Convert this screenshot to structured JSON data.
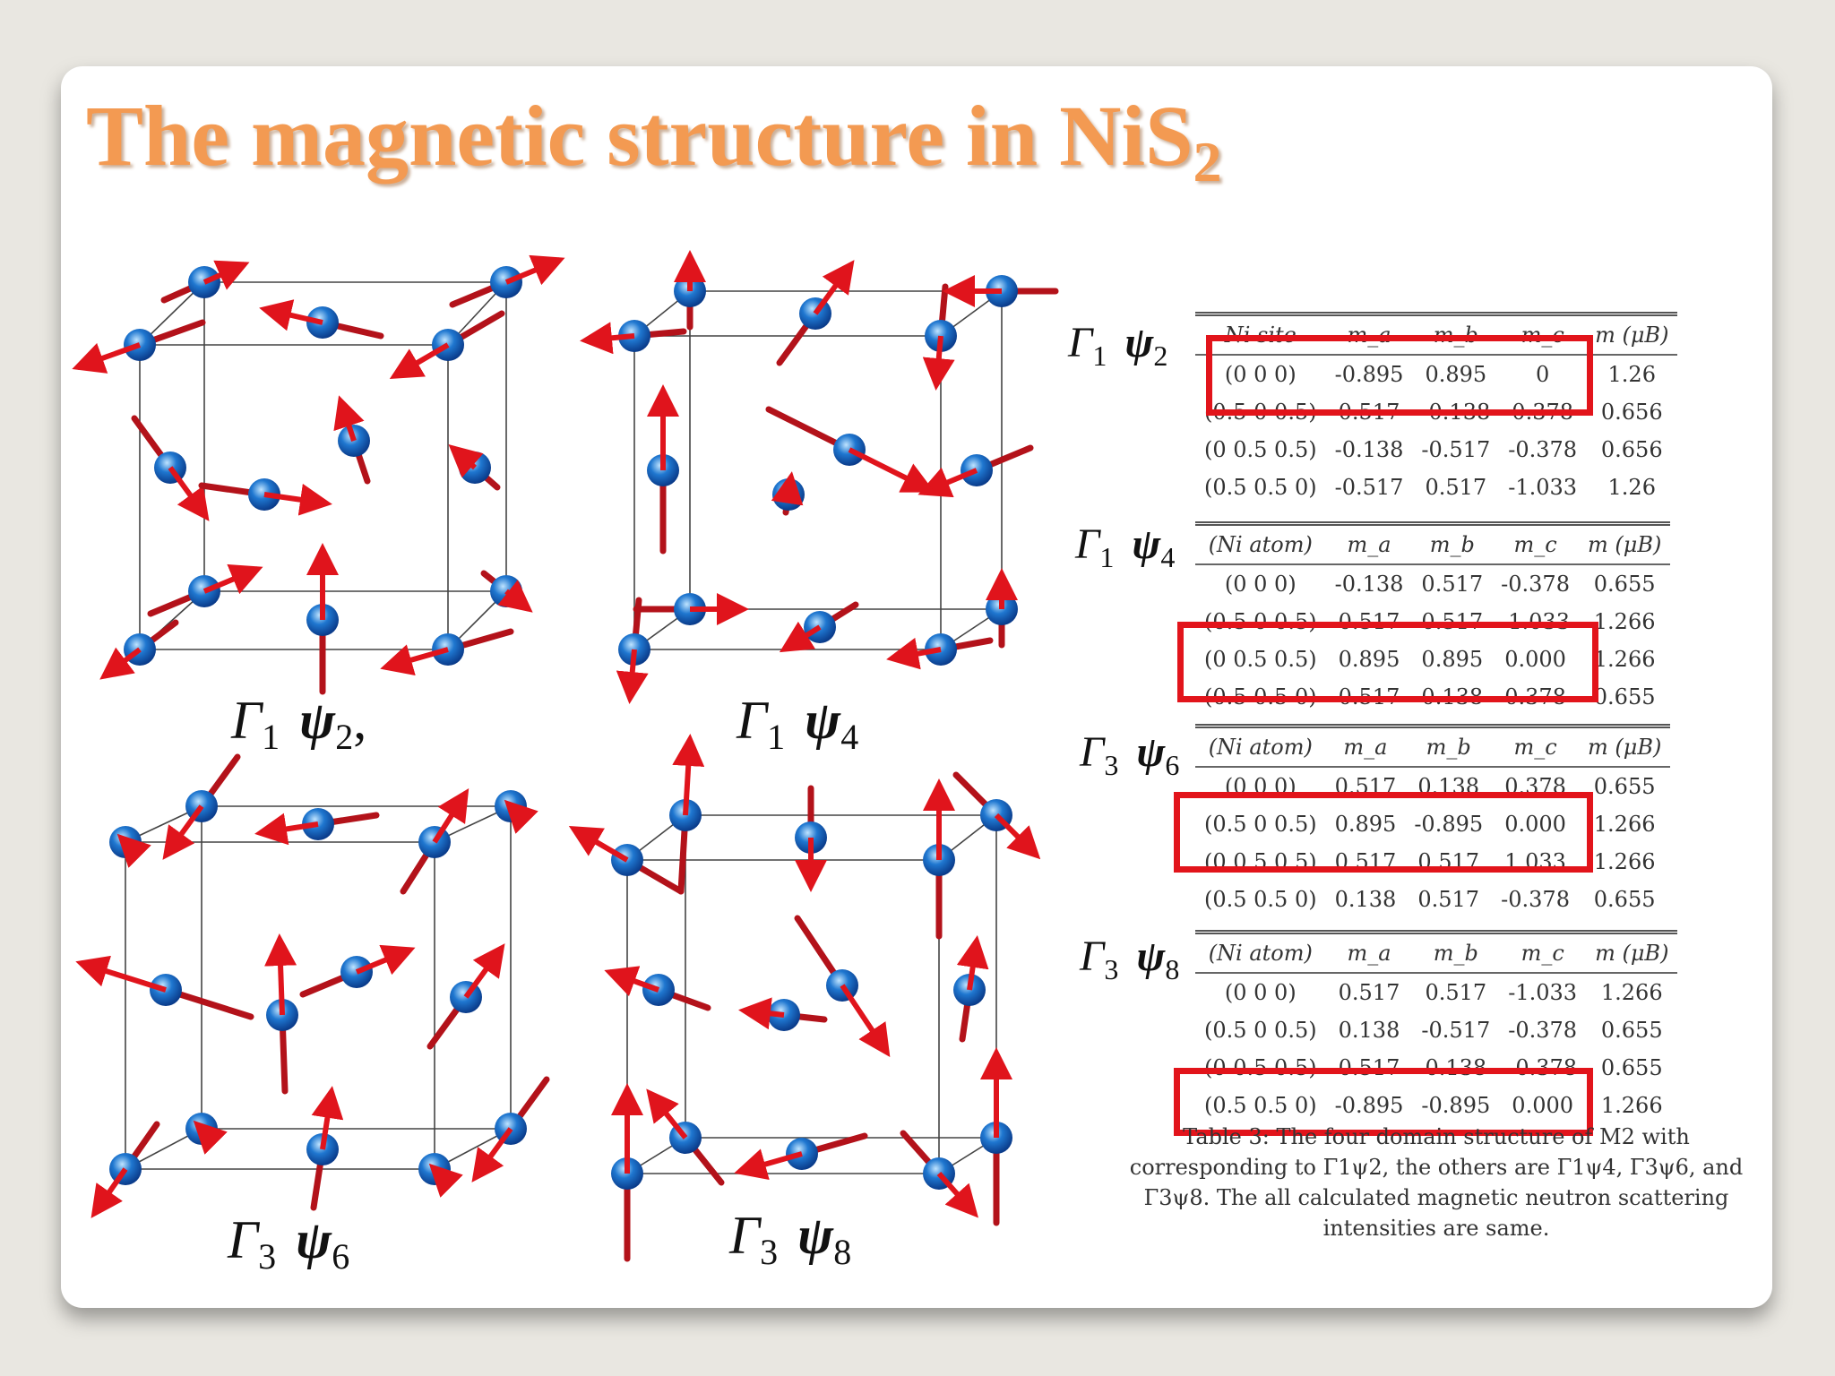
{
  "slide": {
    "title_main": "The magnetic structure in NiS",
    "title_sub": "2"
  },
  "colors": {
    "title": "#f39a52",
    "atom": "#1f77d0",
    "arrow": "#e0141c",
    "highlight": "#e2141b"
  },
  "panels": [
    {
      "gamma": "Γ",
      "gamma_sub": "1",
      "psi": "ψ",
      "psi_sub": "2",
      "suffix": ","
    },
    {
      "gamma": "Γ",
      "gamma_sub": "1",
      "psi": "ψ",
      "psi_sub": "4",
      "suffix": ""
    },
    {
      "gamma": "Γ",
      "gamma_sub": "3",
      "psi": "ψ",
      "psi_sub": "6",
      "suffix": ""
    },
    {
      "gamma": "Γ",
      "gamma_sub": "3",
      "psi": "ψ",
      "psi_sub": "8",
      "suffix": ""
    }
  ],
  "tables": [
    {
      "label": {
        "gamma": "Γ",
        "gamma_sub": "1",
        "psi": "ψ",
        "psi_sub": "2"
      },
      "headers": [
        "Ni site",
        "m_a",
        "m_b",
        "m_c",
        "m (μB)"
      ],
      "rows": [
        [
          "(0 0 0)",
          "-0.895",
          "0.895",
          "0",
          "1.26"
        ],
        [
          "(0.5 0 0.5)",
          "0.517",
          "-0.138",
          "0.378",
          "0.656"
        ],
        [
          "(0 0.5 0.5)",
          "-0.138",
          "-0.517",
          "-0.378",
          "0.656"
        ],
        [
          "(0.5 0.5 0)",
          "-0.517",
          "0.517",
          "-1.033",
          "1.26"
        ]
      ]
    },
    {
      "label": {
        "gamma": "Γ",
        "gamma_sub": "1",
        "psi": "ψ",
        "psi_sub": "4"
      },
      "headers": [
        "(Ni atom)",
        "m_a",
        "m_b",
        "m_c",
        "m (μB)"
      ],
      "rows": [
        [
          "(0 0 0)",
          "-0.138",
          "0.517",
          "-0.378",
          "0.655"
        ],
        [
          "(0.5 0 0.5)",
          "0.517",
          "0.517",
          "-1.033",
          "1.266"
        ],
        [
          "(0 0.5 0.5)",
          "0.895",
          "0.895",
          "0.000",
          "1.266"
        ],
        [
          "(0.5 0.5 0)",
          "0.517",
          "0.138",
          "0.378",
          "0.655"
        ]
      ]
    },
    {
      "label": {
        "gamma": "Γ",
        "gamma_sub": "3",
        "psi": "ψ",
        "psi_sub": "6"
      },
      "headers": [
        "(Ni atom)",
        "m_a",
        "m_b",
        "m_c",
        "m (μB)"
      ],
      "rows": [
        [
          "(0 0 0)",
          "0.517",
          "0.138",
          "0.378",
          "0.655"
        ],
        [
          "(0.5 0 0.5)",
          "0.895",
          "-0.895",
          "0.000",
          "1.266"
        ],
        [
          "(0 0.5 0.5)",
          "0.517",
          "0.517",
          "1.033",
          "1.266"
        ],
        [
          "(0.5 0.5 0)",
          "0.138",
          "0.517",
          "-0.378",
          "0.655"
        ]
      ]
    },
    {
      "label": {
        "gamma": "Γ",
        "gamma_sub": "3",
        "psi": "ψ",
        "psi_sub": "8"
      },
      "headers": [
        "(Ni atom)",
        "m_a",
        "m_b",
        "m_c",
        "m (μB)"
      ],
      "rows": [
        [
          "(0 0 0)",
          "0.517",
          "0.517",
          "-1.033",
          "1.266"
        ],
        [
          "(0.5 0 0.5)",
          "0.138",
          "-0.517",
          "-0.378",
          "0.655"
        ],
        [
          "(0 0.5 0.5)",
          "0.517",
          "0.138",
          "-0.378",
          "0.655"
        ],
        [
          "(0.5 0.5 0)",
          "-0.895",
          "-0.895",
          "0.000",
          "1.266"
        ]
      ]
    }
  ],
  "caption": "Table 3: The four domain structure of M2 with corresponding to Γ1ψ2, the others are Γ1ψ4, Γ3ψ6, and Γ3ψ8. The all calculated magnetic neutron scattering intensities are same."
}
